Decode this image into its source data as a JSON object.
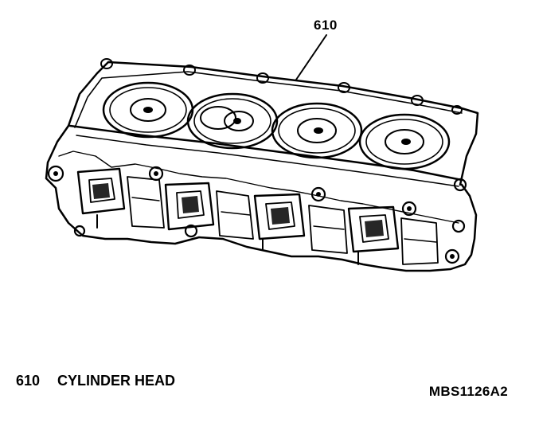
{
  "callout": {
    "number": "610"
  },
  "legend": {
    "items": [
      {
        "number": "610",
        "label": "CYLINDER HEAD"
      }
    ]
  },
  "figure_code": "MBS1126A2",
  "colors": {
    "ink": "#000000",
    "paper": "#ffffff"
  }
}
